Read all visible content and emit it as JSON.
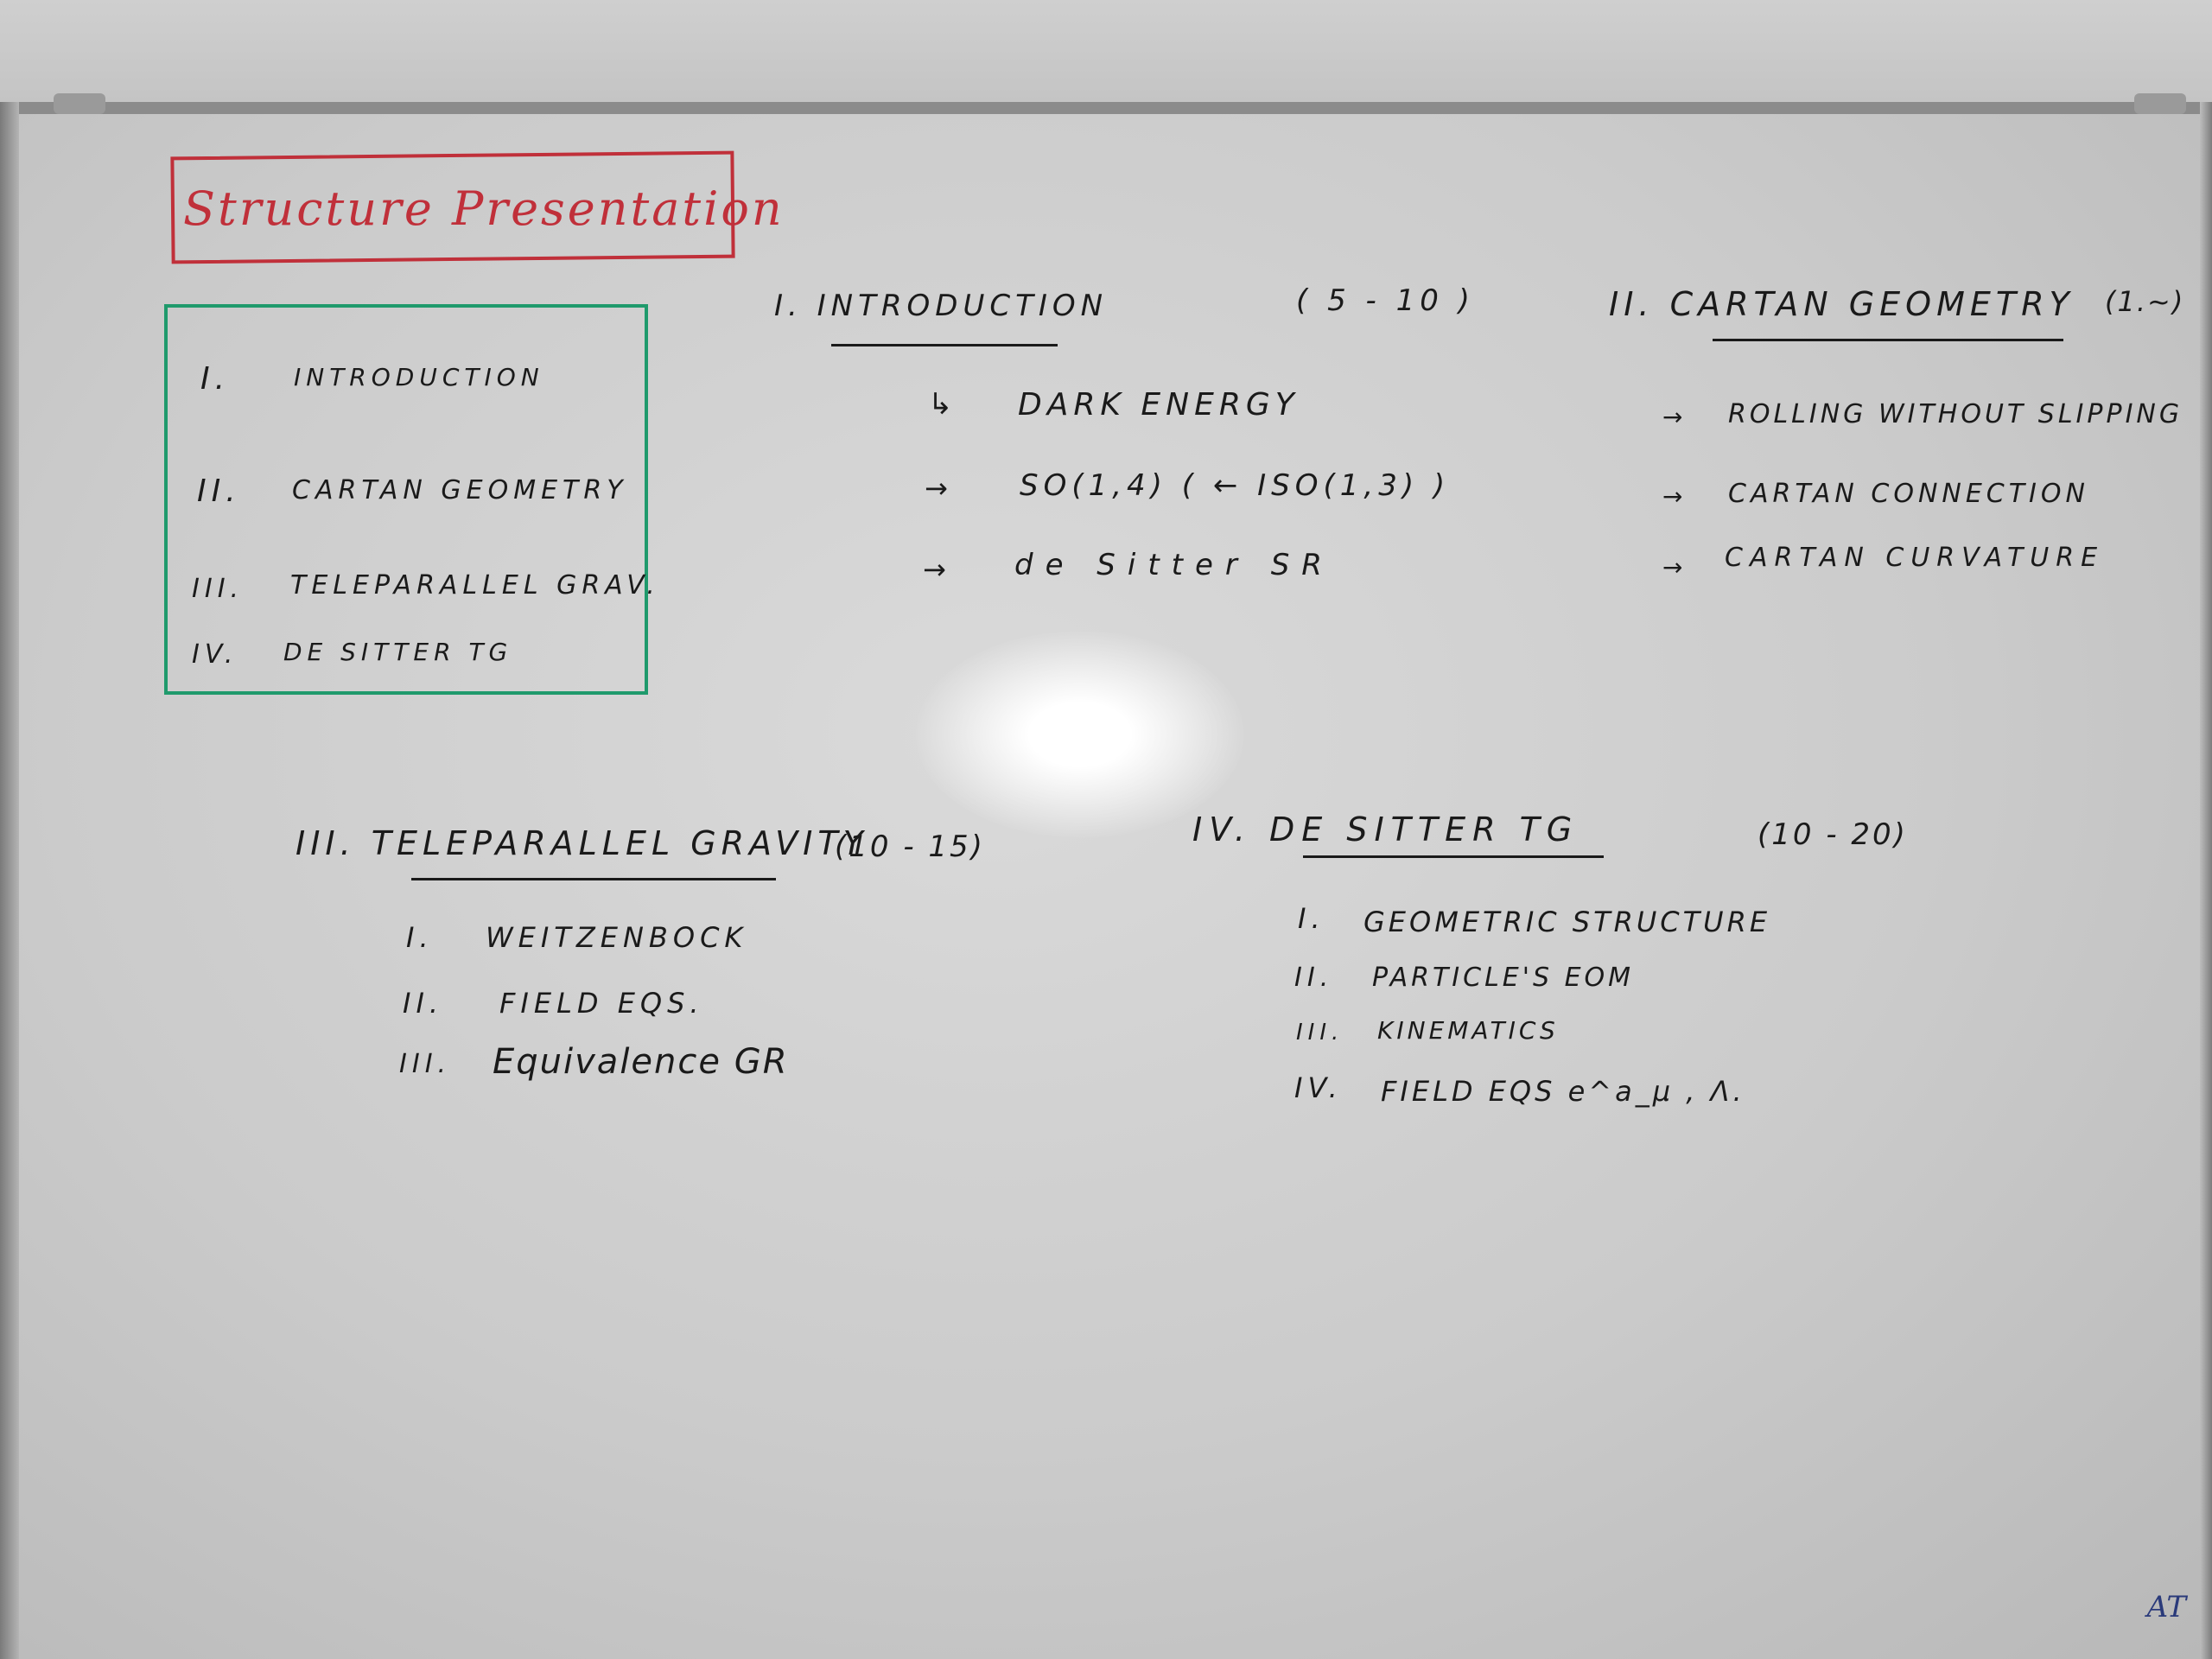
{
  "title": "Structure Presentation",
  "toc": [
    {
      "num": "I.",
      "label": "INTRODUCTION"
    },
    {
      "num": "II.",
      "label": "CARTAN GEOMETRY"
    },
    {
      "num": "III.",
      "label": "TELEPARALLEL GRAV."
    },
    {
      "num": "IV.",
      "label": "DE SITTER TG"
    }
  ],
  "section1": {
    "heading": "I. INTRODUCTION",
    "time": "( 5 - 10 )",
    "items": [
      "DARK ENERGY",
      "SO(1,4) ( ← ISO(1,3) )",
      "de Sitter SR"
    ]
  },
  "section2": {
    "heading": "II. CARTAN GEOMETRY",
    "time": "(1.~)",
    "items": [
      "ROLLING WITHOUT SLIPPING",
      "CARTAN CONNECTION",
      "CARTAN CURVATURE"
    ]
  },
  "section3": {
    "heading": "III. TELEPARALLEL GRAVITY",
    "time": "(10 - 15)",
    "items": [
      {
        "num": "I.",
        "label": "WEITZENBOCK"
      },
      {
        "num": "II.",
        "label": "FIELD EQS."
      },
      {
        "num": "III.",
        "label": "Equivalence GR"
      }
    ]
  },
  "section4": {
    "heading": "IV. DE SITTER TG",
    "time": "(10 - 20)",
    "items": [
      {
        "num": "I.",
        "label": "GEOMETRIC STRUCTURE"
      },
      {
        "num": "II.",
        "label": "PARTICLE'S EOM"
      },
      {
        "num": "III.",
        "label": "KINEMATICS"
      },
      {
        "num": "IV.",
        "label": "FIELD EQS  e^a_μ , Λ."
      }
    ]
  },
  "signature": "AT"
}
